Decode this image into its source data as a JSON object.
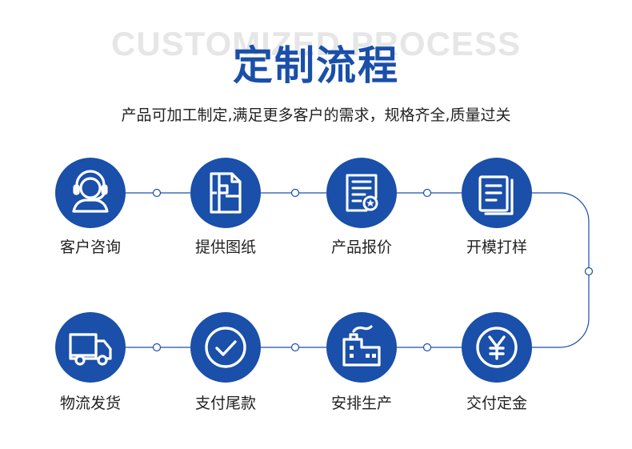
{
  "header": {
    "background_text": "CUSTOMIZED PROCESS",
    "title": "定制流程",
    "subtitle": "产品可加工制定,满足更多客户的需求，规格齐全,质量过关"
  },
  "steps": [
    {
      "label": "客户咨询",
      "icon": "customer-service-icon"
    },
    {
      "label": "提供图纸",
      "icon": "drawing-icon"
    },
    {
      "label": "产品报价",
      "icon": "quotation-icon"
    },
    {
      "label": "开模打样",
      "icon": "document-stack-icon"
    },
    {
      "label": "交付定金",
      "icon": "yen-icon"
    },
    {
      "label": "安排生产",
      "icon": "factory-icon"
    },
    {
      "label": "支付尾款",
      "icon": "checkmark-icon"
    },
    {
      "label": "物流发货",
      "icon": "truck-icon"
    }
  ],
  "colors": {
    "primary": "#1a4faa",
    "background_text": "#e6e6e6",
    "text": "#222222"
  }
}
